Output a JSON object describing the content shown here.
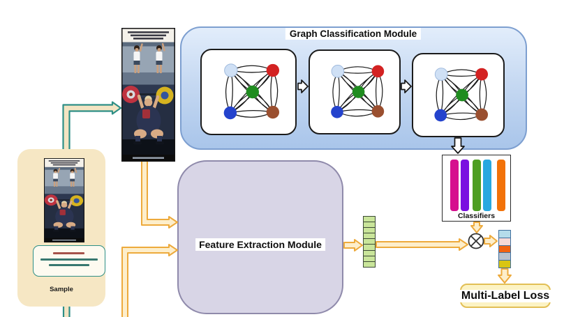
{
  "sample": {
    "label": "Sample"
  },
  "graph_module": {
    "title": "Graph Classification Module",
    "stage_count": 3,
    "node_colors": [
      "#cfe0f5",
      "#d32222",
      "#1f8c1f",
      "#2443cd",
      "#9a4f2f"
    ]
  },
  "feature_module": {
    "title": "Feature Extraction Module"
  },
  "feature_vector": {
    "cells": 9
  },
  "classifiers": {
    "label": "Classifiers",
    "bar_colors": [
      "#d60f8e",
      "#7a10e0",
      "#4e9e22",
      "#28a8e0",
      "#f27209"
    ]
  },
  "output_vector": {
    "cell_colors": [
      "#b5dcea",
      "#f6d9d7",
      "#f16210",
      "#b9c1cb",
      "#d9c513"
    ]
  },
  "loss": {
    "label": "Multi-Label Loss"
  },
  "operator": {
    "name": "multiply",
    "symbol": "⊗"
  },
  "palette": {
    "arrow_fill": "#fdeecb",
    "arrow_stroke": "#edaa3c",
    "teal_fill": "#f3e4c2",
    "teal_stroke": "#2e8f86",
    "sample_bg": "#f6e7c4",
    "module_bg": "#d8d5e6",
    "module_border": "#8f8aab",
    "graph_bg": "#a9c5ea",
    "graph_border": "#7d9fd0",
    "vector_green": "#c9e59a",
    "loss_bg": "#fcf3c4",
    "loss_border": "#e2bf55"
  }
}
